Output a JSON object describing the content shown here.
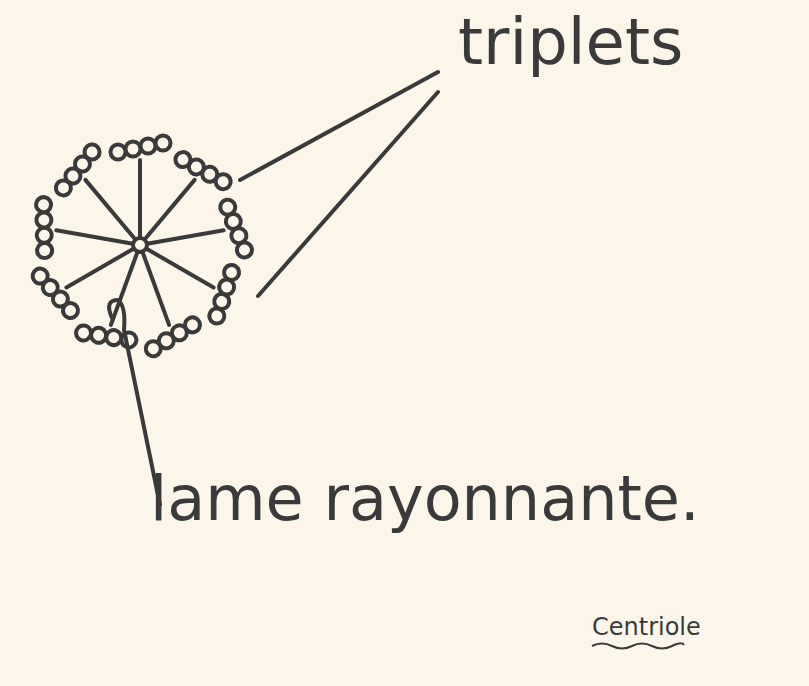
{
  "diagram": {
    "labels": [
      "triplets",
      "lame rayonnante.",
      "Centriole"
    ]
  }
}
